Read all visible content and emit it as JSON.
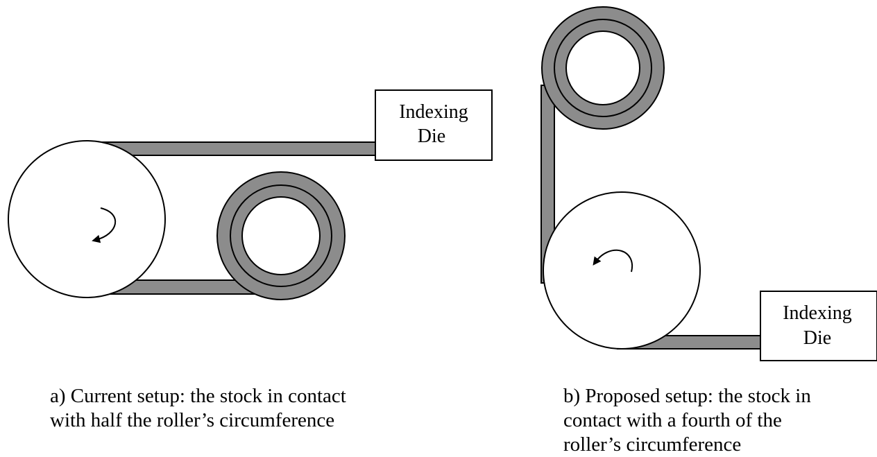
{
  "colors": {
    "stock": "#8c8c8c",
    "outline": "#000000",
    "background": "#ffffff"
  },
  "diagram_a": {
    "die_label_line1": "Indexing",
    "die_label_line2": "Die",
    "rotation": "clockwise",
    "caption_line1": "a) Current setup: the stock in contact",
    "caption_line2": "with half the roller’s circumference"
  },
  "diagram_b": {
    "die_label_line1": "Indexing",
    "die_label_line2": "Die",
    "rotation": "counterclockwise",
    "caption_line1": "b) Proposed setup: the stock in",
    "caption_line2": "contact with a fourth of the",
    "caption_line3": "roller’s circumference"
  }
}
